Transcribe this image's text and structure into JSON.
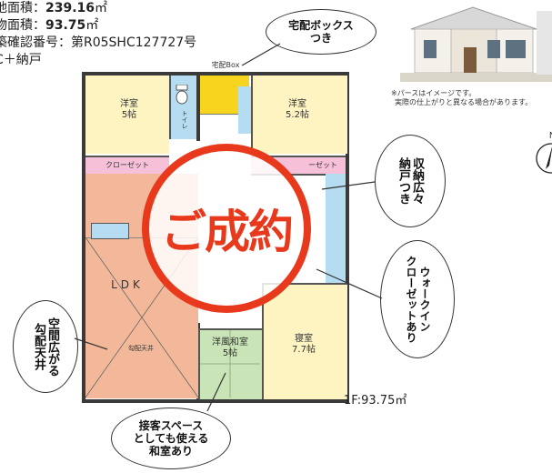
{
  "property_info": {
    "land_area_label": "地面積：",
    "land_area_value": "239.16",
    "land_area_unit": "㎡",
    "building_area_label": "物面積：",
    "building_area_value": "93.75",
    "building_area_unit": "㎡",
    "confirmation_label": "築確認番号：第R05SHC127727号",
    "layout_text": "C＋納戸"
  },
  "rendering_note": {
    "line1": "※パースはイメージです。",
    "line2": "実際の仕上がりと異なる場合があります。"
  },
  "rooms": {
    "western_room_left": "洋室\n5帖",
    "western_room_right": "洋室\n5.2帖",
    "closet_left": "クローゼット",
    "closet_right": "ーゼット",
    "toilet": "トイレ",
    "delivery_box": "宅配Box",
    "ldk": "LDK",
    "ceiling_note": "勾配天井",
    "japanese_room": "洋風和室\n5帖",
    "bedroom": "寝室\n7.7帖",
    "floor_area": "1F:93.75㎡"
  },
  "callouts": {
    "delivery_box": "宅配ボックス\nつき",
    "storage": "収納広々\n納戸つき",
    "walk_in_closet": "ウォークイン\nクローゼットあり",
    "sloped_ceiling": "空間広がる\n勾配天井",
    "reception": "接客スペース\nとしても使える\n和室あり"
  },
  "stamp": {
    "text": "ご成約"
  },
  "colors": {
    "stamp_red": "#e8391c",
    "floor_orange": "#f3b89a",
    "floor_cream": "#fdf4c2",
    "closet_pink": "#f6c1d8",
    "bath_blue": "#b6dcf2",
    "tatami_green": "#c9e4b6",
    "delivery_yellow": "#f7d51e"
  },
  "compass": {
    "north": "N"
  }
}
